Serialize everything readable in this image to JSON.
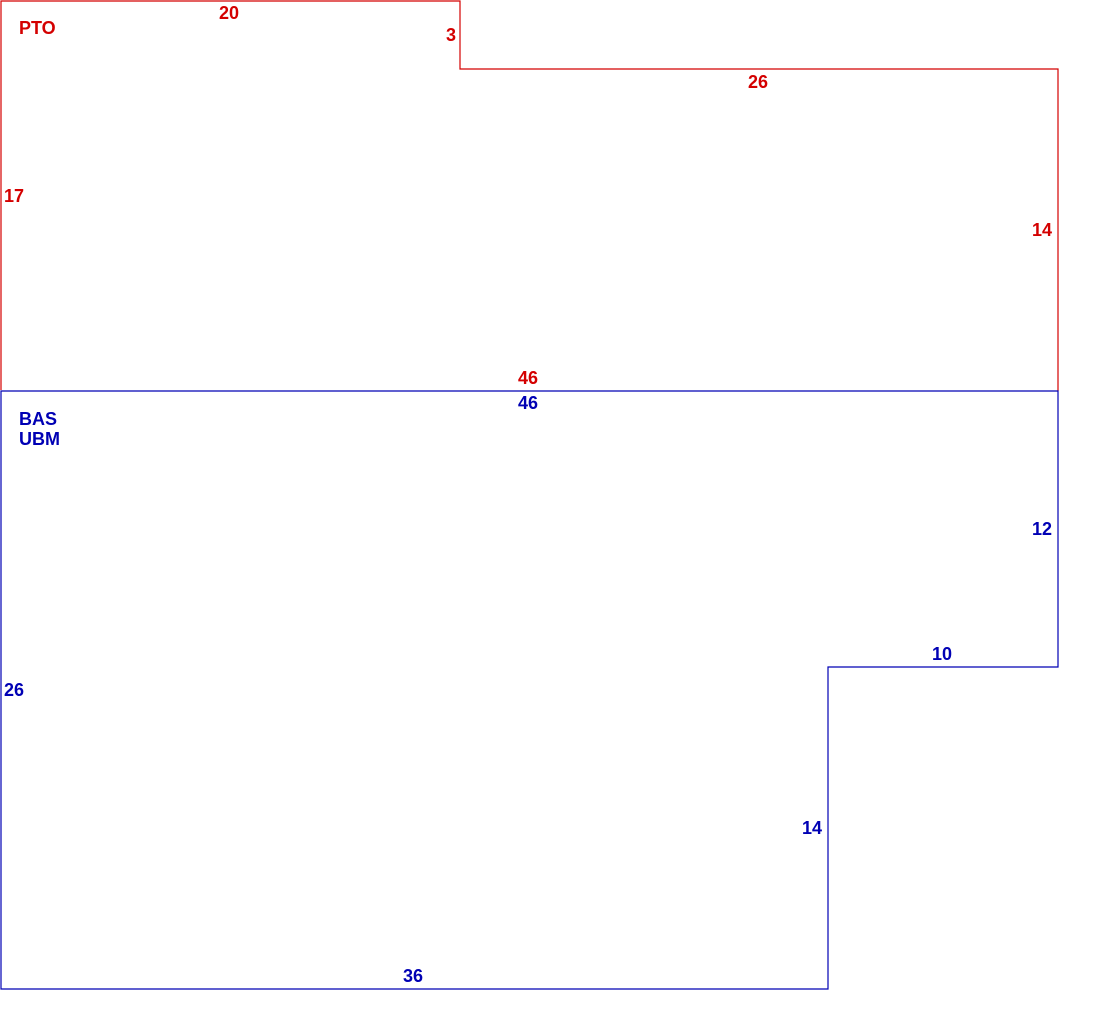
{
  "colors": {
    "pto": "#d40000",
    "bas": "#0000b4"
  },
  "areas": {
    "pto": {
      "label": "PTO",
      "dimensions": {
        "top": "20",
        "step": "3",
        "upper_right": "26",
        "left": "17",
        "right": "14",
        "bottom": "46"
      }
    },
    "bas": {
      "label_line1": "BAS",
      "label_line2": "UBM",
      "dimensions": {
        "top": "46",
        "right": "12",
        "notch_top": "10",
        "left": "26",
        "notch_side": "14",
        "bottom": "36"
      }
    }
  }
}
